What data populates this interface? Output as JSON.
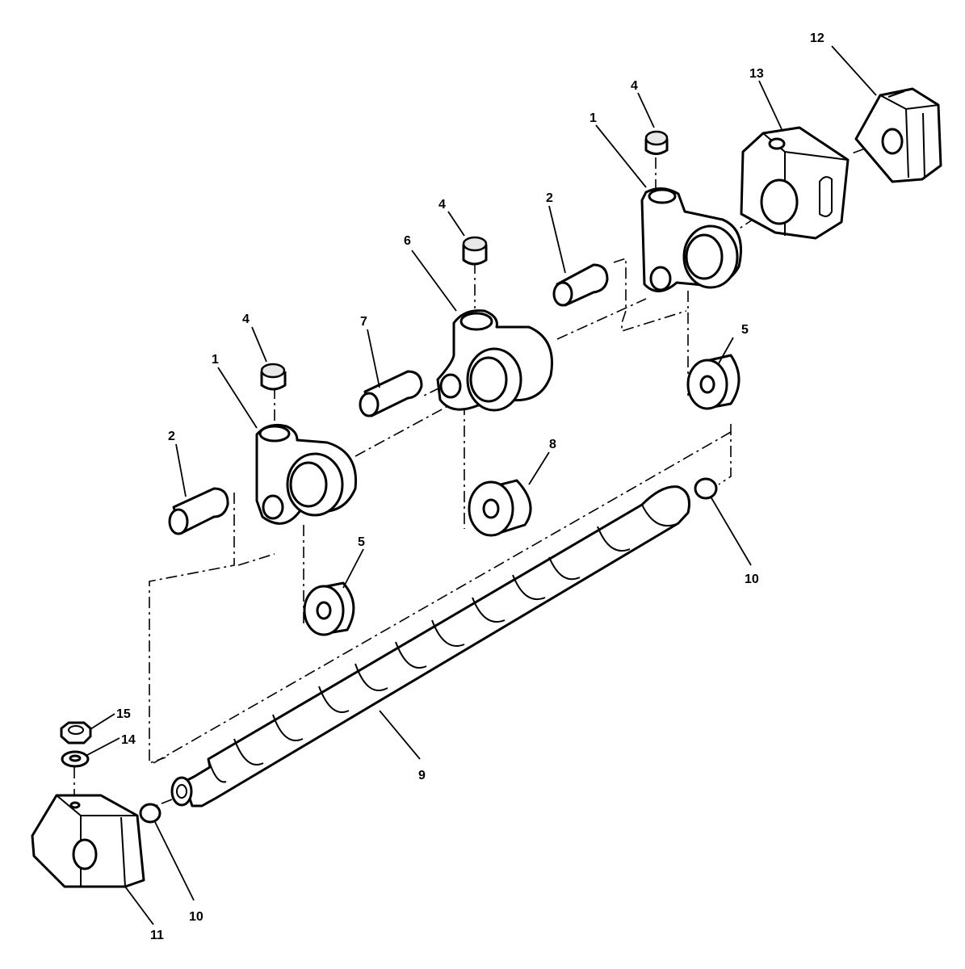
{
  "callouts": {
    "c1a": "1",
    "c1b": "1",
    "c2a": "2",
    "c2b": "2",
    "c4a": "4",
    "c4b": "4",
    "c4c": "4",
    "c5a": "5",
    "c5b": "5",
    "c6": "6",
    "c7": "7",
    "c8": "8",
    "c9": "9",
    "c10a": "10",
    "c10b": "10",
    "c11": "11",
    "c12": "12",
    "c13": "13",
    "c14": "14",
    "c15": "15"
  },
  "parts": [
    {
      "callout": "1",
      "icon": "rocker-arm-icon"
    },
    {
      "callout": "2",
      "icon": "pin-icon"
    },
    {
      "callout": "4",
      "icon": "set-screw-icon"
    },
    {
      "callout": "5",
      "icon": "roller-icon"
    },
    {
      "callout": "6",
      "icon": "rocker-arm-icon"
    },
    {
      "callout": "7",
      "icon": "pin-icon"
    },
    {
      "callout": "8",
      "icon": "roller-icon"
    },
    {
      "callout": "9",
      "icon": "shaft-icon"
    },
    {
      "callout": "10",
      "icon": "plug-icon"
    },
    {
      "callout": "11",
      "icon": "bracket-icon"
    },
    {
      "callout": "12",
      "icon": "bracket-icon"
    },
    {
      "callout": "13",
      "icon": "bearing-block-icon"
    },
    {
      "callout": "14",
      "icon": "washer-icon"
    },
    {
      "callout": "15",
      "icon": "nut-icon"
    }
  ]
}
